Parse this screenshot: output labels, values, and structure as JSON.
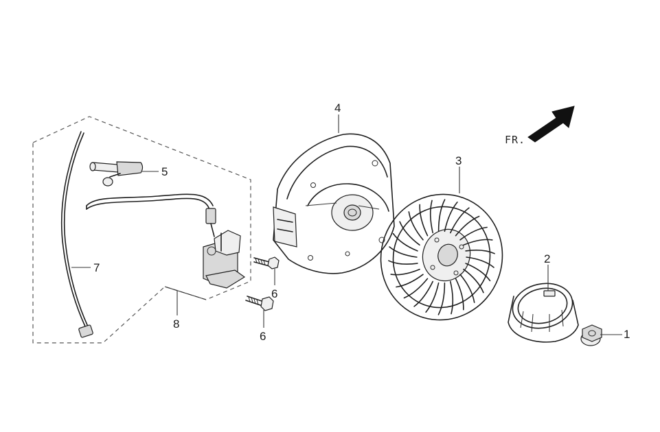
{
  "direction_marker": {
    "text": "FR.",
    "arrow": "arrow-up-right"
  },
  "callouts": [
    {
      "id": "1",
      "text": "1"
    },
    {
      "id": "2",
      "text": "2"
    },
    {
      "id": "3",
      "text": "3"
    },
    {
      "id": "4",
      "text": "4"
    },
    {
      "id": "5",
      "text": "5"
    },
    {
      "id": "6a",
      "text": "6"
    },
    {
      "id": "6b",
      "text": "6"
    },
    {
      "id": "7",
      "text": "7"
    },
    {
      "id": "8",
      "text": "8"
    }
  ]
}
